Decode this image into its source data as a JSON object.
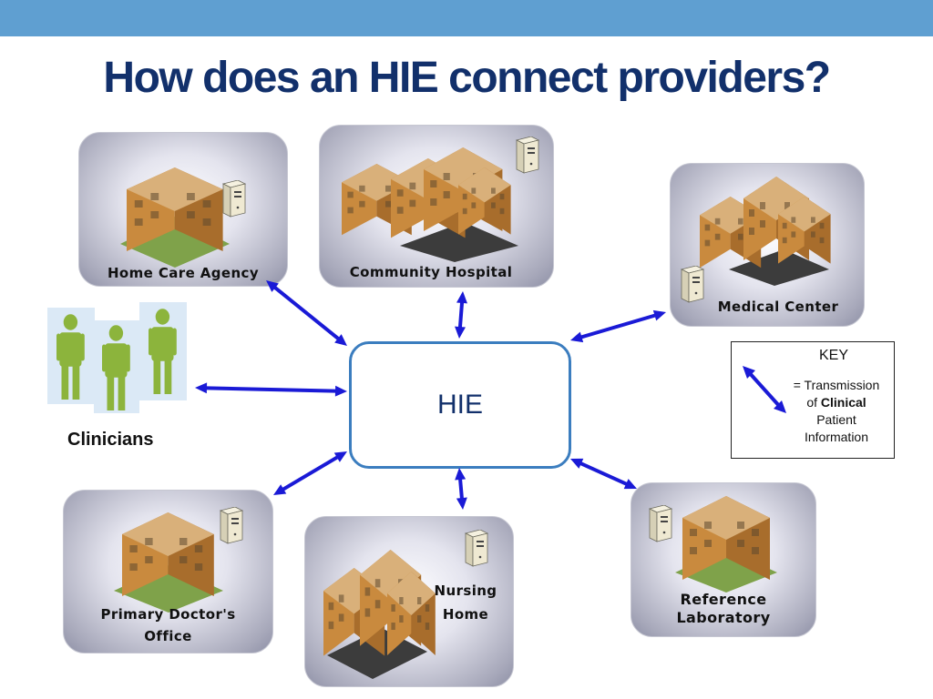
{
  "slide": {
    "title": "How does an HIE connect providers?",
    "accent_color": "#5f9fd1",
    "title_color": "#12306b",
    "arrow_color": "#1a1ad6"
  },
  "hub": {
    "label": "HIE"
  },
  "nodes": {
    "home_care": {
      "label": "Home Care Agency"
    },
    "community_hospital": {
      "label": "Community Hospital"
    },
    "medical_center": {
      "label": "Medical Center"
    },
    "clinicians": {
      "label": "Clinicians"
    },
    "primary_doctor": {
      "label_line1": "Primary Doctor's",
      "label_line2": "Office"
    },
    "nursing_home": {
      "label_line1": "Nursing",
      "label_line2": "Home"
    },
    "reference_lab": {
      "label_line1": "Reference",
      "label_line2": "Laboratory"
    }
  },
  "key": {
    "title": "KEY",
    "eq": "= Transmission",
    "of": "of ",
    "clinical": "Clinical",
    "patient": "Patient",
    "information": "Information"
  }
}
